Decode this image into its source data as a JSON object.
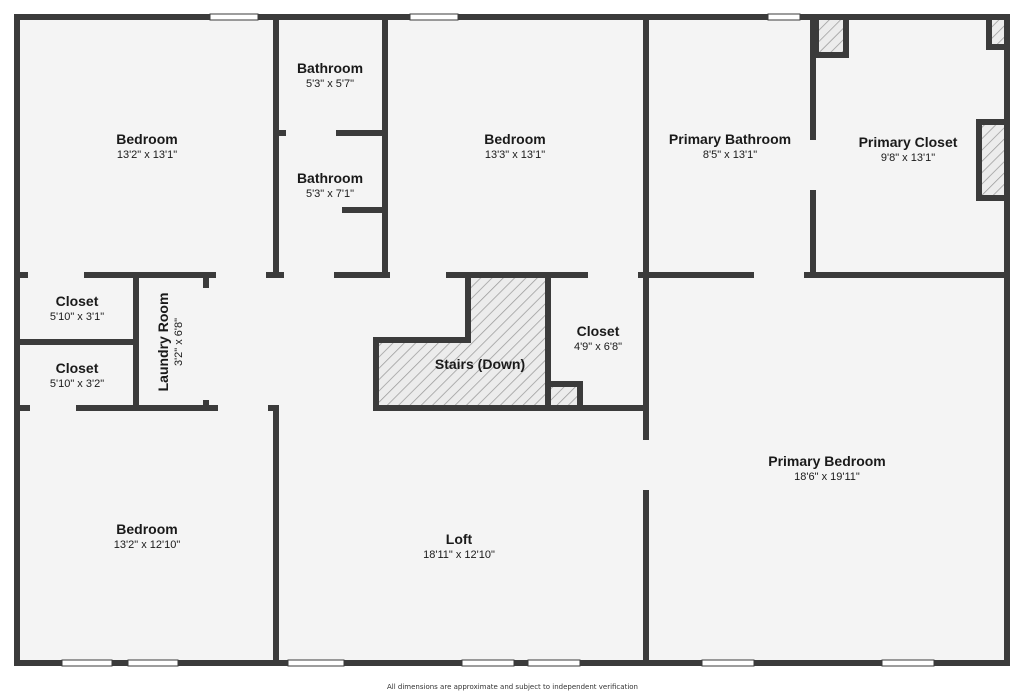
{
  "colors": {
    "wall": "#3b3b3b",
    "floor": "#f4f4f4",
    "window": "#ffffff",
    "hatch": "#9a9a9a"
  },
  "rooms": [
    {
      "id": "bedroom-nw",
      "name": "Bedroom",
      "dims": "13'2\" x 13'1\""
    },
    {
      "id": "bathroom-1",
      "name": "Bathroom",
      "dims": "5'3\" x 5'7\""
    },
    {
      "id": "bathroom-2",
      "name": "Bathroom",
      "dims": "5'3\" x 7'1\""
    },
    {
      "id": "bedroom-n",
      "name": "Bedroom",
      "dims": "13'3\" x 13'1\""
    },
    {
      "id": "primary-bathroom",
      "name": "Primary Bathroom",
      "dims": "8'5\" x 13'1\""
    },
    {
      "id": "primary-closet",
      "name": "Primary Closet",
      "dims": "9'8\" x 13'1\""
    },
    {
      "id": "closet-1",
      "name": "Closet",
      "dims": "5'10\" x 3'1\""
    },
    {
      "id": "closet-2",
      "name": "Closet",
      "dims": "5'10\" x 3'2\""
    },
    {
      "id": "laundry-room",
      "name": "Laundry Room",
      "dims": "3'2\" x 6'8\""
    },
    {
      "id": "stairs",
      "name": "Stairs (Down)",
      "dims": ""
    },
    {
      "id": "closet-3",
      "name": "Closet",
      "dims": "4'9\" x 6'8\""
    },
    {
      "id": "primary-bedroom",
      "name": "Primary Bedroom",
      "dims": "18'6\" x 19'11\""
    },
    {
      "id": "bedroom-sw",
      "name": "Bedroom",
      "dims": "13'2\" x 12'10\""
    },
    {
      "id": "loft",
      "name": "Loft",
      "dims": "18'11\" x 12'10\""
    }
  ],
  "disclaimer": "All dimensions are approximate and subject to independent verification"
}
